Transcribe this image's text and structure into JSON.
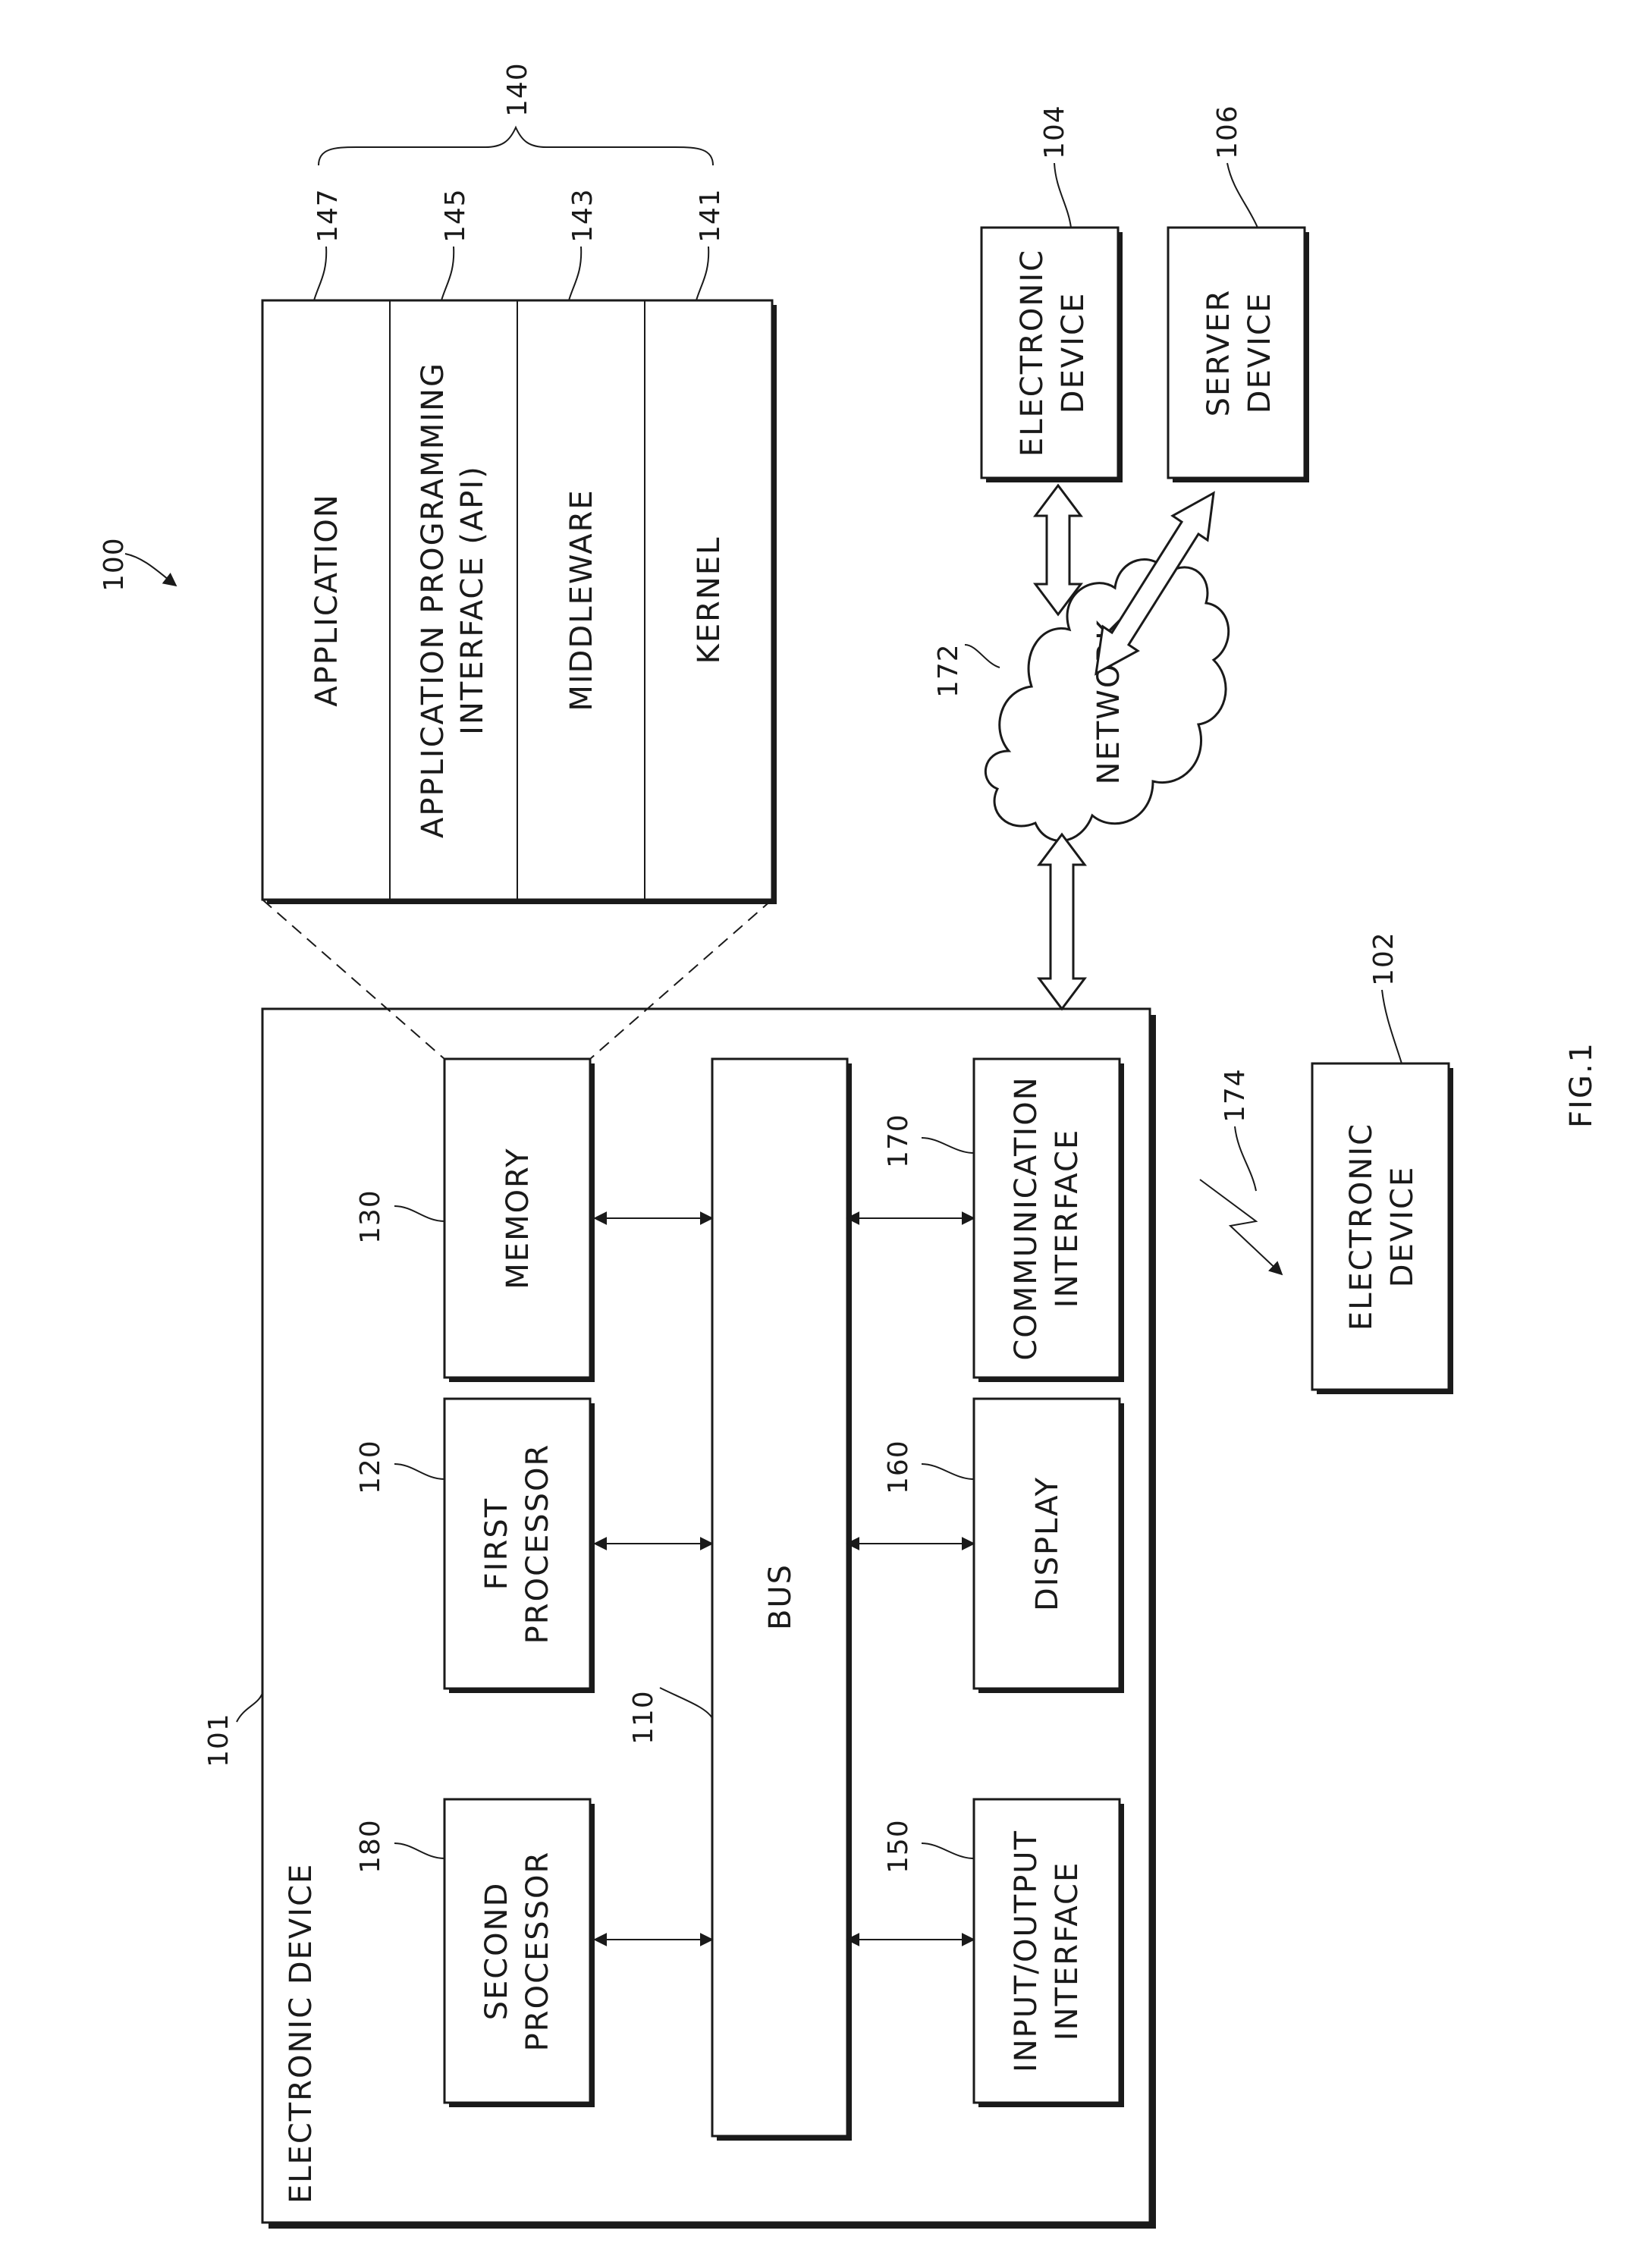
{
  "system_ref": "100",
  "electronic_device": {
    "ref": "101",
    "label": "ELECTRONIC DEVICE",
    "second_processor": {
      "ref": "180",
      "line1": "SECOND",
      "line2": "PROCESSOR"
    },
    "first_processor": {
      "ref": "120",
      "line1": "FIRST",
      "line2": "PROCESSOR"
    },
    "memory": {
      "ref": "130",
      "label": "MEMORY"
    },
    "bus": {
      "ref": "110",
      "label": "BUS"
    },
    "io_interface": {
      "ref": "150",
      "line1": "INPUT/OUTPUT",
      "line2": "INTERFACE"
    },
    "display": {
      "ref": "160",
      "label": "DISPLAY"
    },
    "comm_interface": {
      "ref": "170",
      "line1": "COMMUNICATION",
      "line2": "INTERFACE"
    }
  },
  "program": {
    "ref": "140",
    "application": {
      "ref": "147",
      "label": "APPLICATION"
    },
    "api": {
      "ref": "145",
      "line1": "APPLICATION PROGRAMMING",
      "line2": "INTERFACE (API)"
    },
    "middleware": {
      "ref": "143",
      "label": "MIDDLEWARE"
    },
    "kernel": {
      "ref": "141",
      "label": "KERNEL"
    }
  },
  "network": {
    "ref": "172",
    "label": "NETWORK"
  },
  "wireless_link_ref": "174",
  "electronic_device_104": {
    "ref": "104",
    "line1": "ELECTRONIC",
    "line2": "DEVICE"
  },
  "server_device": {
    "ref": "106",
    "line1": "SERVER",
    "line2": "DEVICE"
  },
  "electronic_device_102": {
    "ref": "102",
    "line1": "ELECTRONIC",
    "line2": "DEVICE"
  },
  "figure_label": "FIG.1"
}
